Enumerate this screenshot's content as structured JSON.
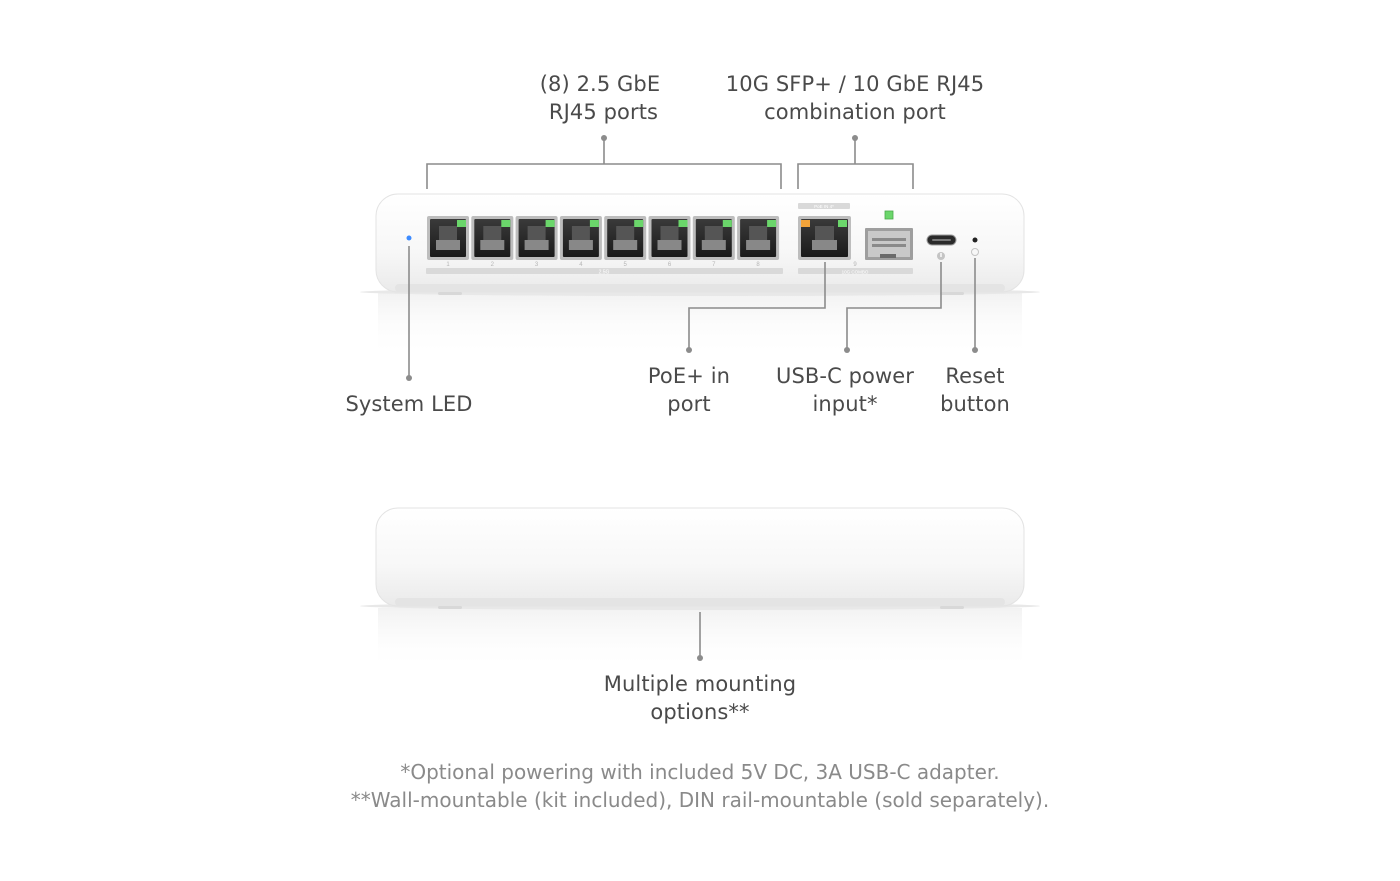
{
  "callouts": {
    "ports_2_5gbe": {
      "line1": "(8) 2.5 GbE",
      "line2": "RJ45 ports"
    },
    "combo_port": {
      "line1": "10G SFP+ / 10 GbE RJ45",
      "line2": "combination port"
    },
    "system_led": {
      "line1": "System LED"
    },
    "poe_in": {
      "line1": "PoE+ in",
      "line2": "port"
    },
    "usbc_power": {
      "line1": "USB-C power",
      "line2": "input*"
    },
    "reset_button": {
      "line1": "Reset",
      "line2": "button"
    },
    "mounting": {
      "line1": "Multiple mounting",
      "line2": "options**"
    }
  },
  "device_labels": {
    "port_numbers": [
      "1",
      "2",
      "3",
      "4",
      "5",
      "6",
      "7",
      "8"
    ],
    "port9_number": "9",
    "speed_strip": "2.5G",
    "combo_strip": "10G COMBO",
    "poe_strip": "PoE IN 4*"
  },
  "footnotes": {
    "line1": "*Optional powering with included 5V DC, 3A USB-C adapter.",
    "line2": "**Wall-mountable (kit included), DIN rail-mountable (sold separately)."
  },
  "colors": {
    "callout_text": "#4a4a4a",
    "footnote_text": "#8a8a8a",
    "leader_line": "#8c8c8c",
    "device_body": "#f6f6f6",
    "port_led_green": "#6bd66b",
    "poe_led_orange": "#f2a33a",
    "system_led_blue": "#3d8bff"
  }
}
